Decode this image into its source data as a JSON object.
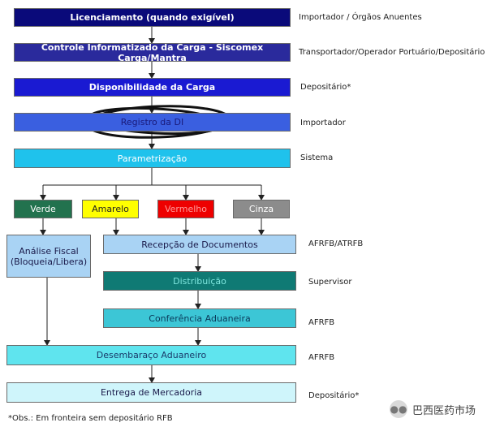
{
  "steps": {
    "licenciamento": "Licenciamento (quando exigível)",
    "controle": "Controle Informatizado da Carga - Siscomex Carga/Mantra",
    "disponibilidade": "Disponibilidade da Carga",
    "registro": "Registro da DI",
    "parametrizacao": "Parametrização",
    "analise": "Análise Fiscal (Bloqueia/Libera)",
    "recepcao": "Recepção de Documentos",
    "distribuicao": "Distribuição",
    "conferencia": "Conferência Aduaneira",
    "desembaraco": "Desembaraço Aduaneiro",
    "entrega": "Entrega de Mercadoria"
  },
  "channels": {
    "verde": "Verde",
    "amarelo": "Amarelo",
    "vermelho": "Vermelho",
    "cinza": "Cinza"
  },
  "actors": {
    "licenciamento": "Importador / Órgãos Anuentes",
    "controle": "Transportador/Operador Portuário/Depositário",
    "disponibilidade": "Depositário*",
    "registro": "Importador",
    "parametrizacao": "Sistema",
    "recepcao": "AFRFB/ATRFB",
    "distribuicao": "Supervisor",
    "conferencia": "AFRFB",
    "desembaraco": "AFRFB",
    "entrega": "Depositário*"
  },
  "footnote": "*Obs.: Em fronteira sem depositário RFB",
  "watermark": "巴西医药市场",
  "colors": {
    "navy": "#0a0a7a",
    "indigo": "#2a2a9c",
    "royal": "#1a1ad2",
    "blue": "#3a5fe0",
    "cyan": "#1fc2ec",
    "green": "#22724e",
    "yellow": "#ffff00",
    "red": "#ee0000",
    "gray": "#8c8c8c",
    "lightblue": "#a9d3f4",
    "teal": "#0f7a74",
    "aqua": "#3cc6d6",
    "cyanlight": "#5fe4ee",
    "palecyan": "#cff5fb"
  }
}
